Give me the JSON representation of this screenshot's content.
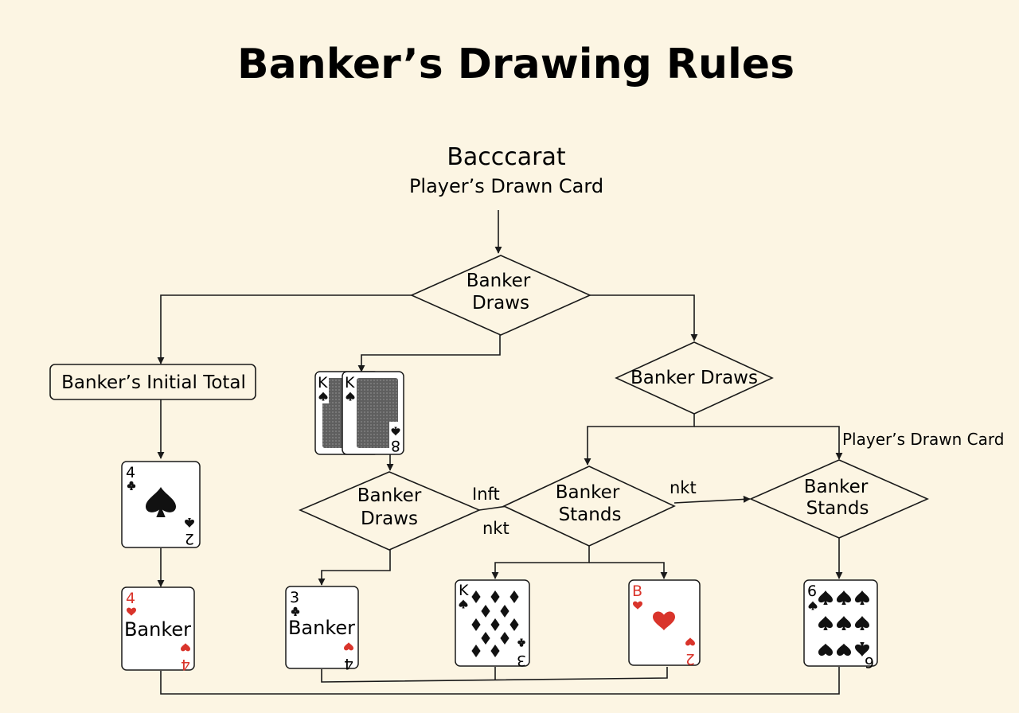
{
  "title": "Banker’s Drawing Rules",
  "header": {
    "game": "Bacccarat",
    "subtitle": "Player’s Drawn Card"
  },
  "nodes": {
    "top_decision": [
      "Banker",
      "Draws"
    ],
    "initial_total": "Banker’s Initial Total",
    "right_decision": "Banker Draws",
    "mid_decision": [
      "Banker",
      "Draws"
    ],
    "center_decision": [
      "Banker",
      "Stands"
    ],
    "far_right_decision": [
      "Banker",
      "Stands"
    ]
  },
  "edge_labels": {
    "inft": "Inft",
    "nkt_lower": "nkt",
    "nkt_upper": "nkt",
    "players_drawn_card": "Player’s Drawn Card"
  },
  "cards": {
    "pair_back": {
      "rank": "K",
      "suit": "spade",
      "corner_bottom": "8"
    },
    "four_of_spades": {
      "rank": "4",
      "suit": "club",
      "corner_bottom": "2"
    },
    "four_banker": {
      "rank": "4",
      "suit": "heart",
      "word": "Banker",
      "corner_bottom": "4"
    },
    "three_banker": {
      "rank": "3",
      "suit": "club",
      "word": "Banker",
      "corner_bottom": "4"
    },
    "king_diamonds": {
      "rank": "K",
      "suit": "spade",
      "corner_bottom": "3"
    },
    "b_heart": {
      "rank": "B",
      "suit": "heart",
      "corner_bottom": "2"
    },
    "six_spades": {
      "rank": "6",
      "suit": "spade",
      "corner_bottom": "6"
    }
  },
  "colors": {
    "background": "#fcf5e3",
    "line": "#1a1a1a",
    "card_red": "#d9342b",
    "card_black": "#111111",
    "card_back": "#6e6e6e"
  }
}
